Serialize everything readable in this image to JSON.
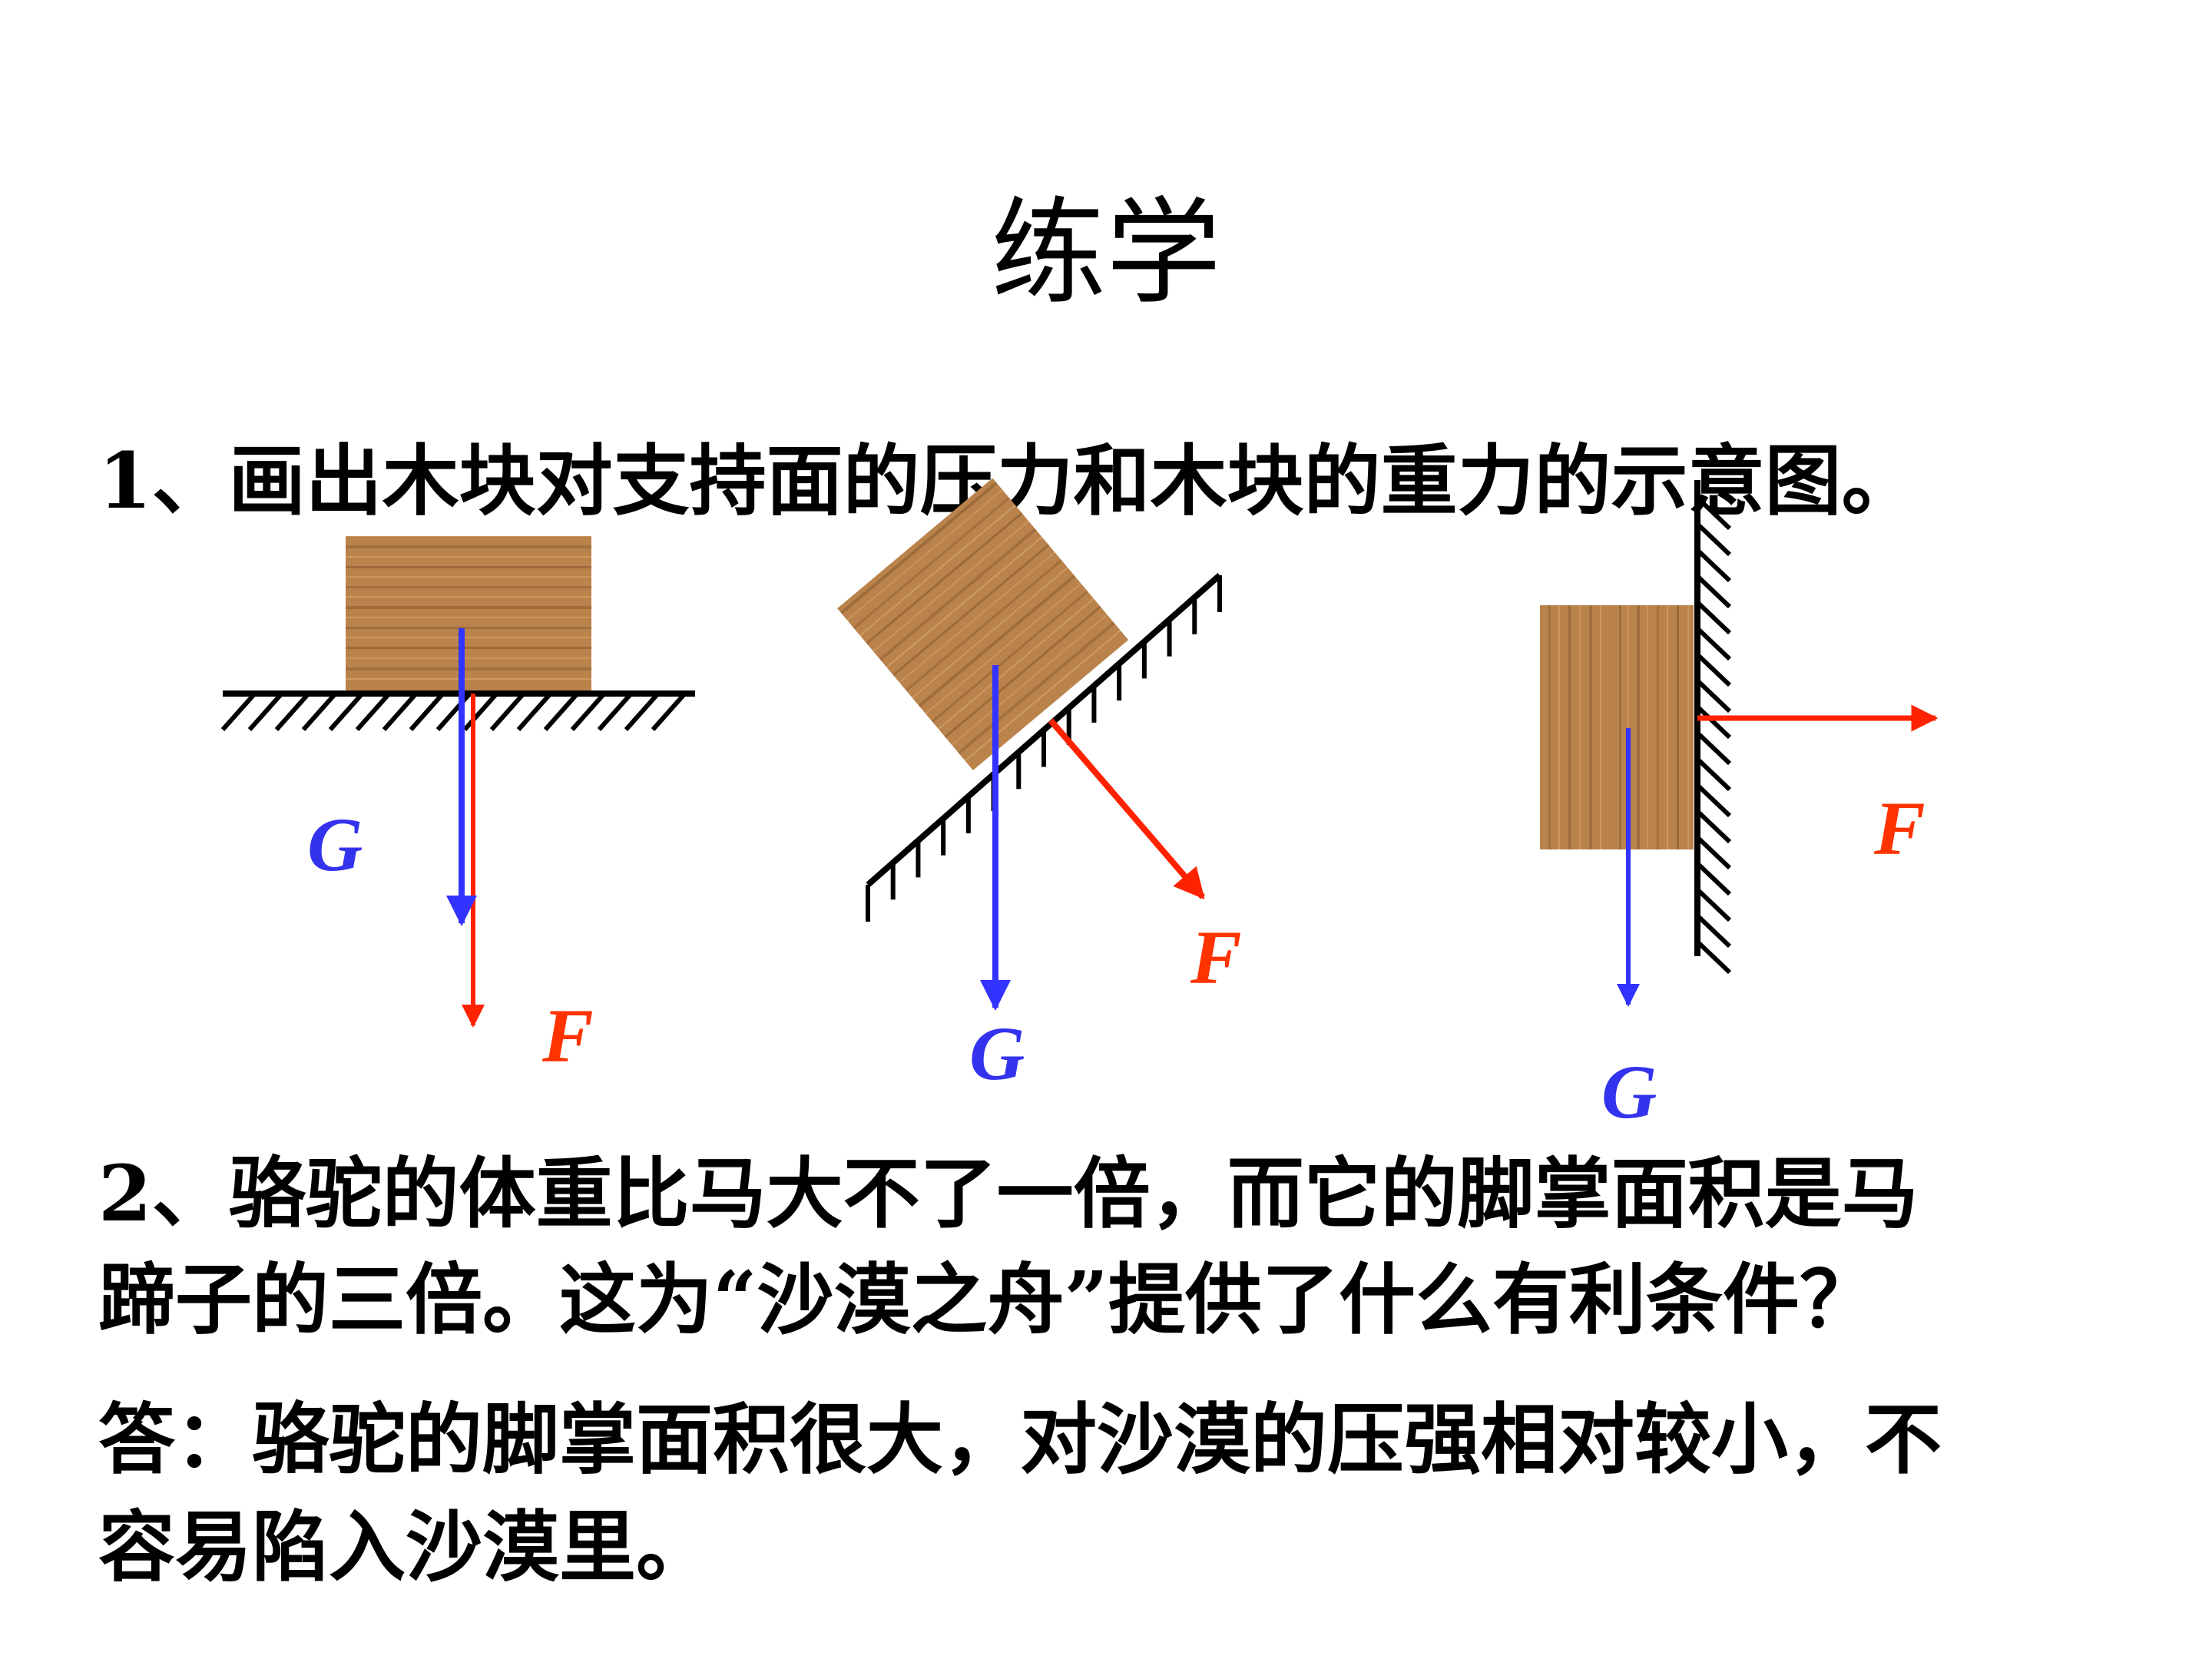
{
  "title": "练学",
  "question1": "1、画出木块对支持面的压力和木块的重力的示意图。",
  "question2": {
    "line1": "2、骆驼的体重比马大不了一倍，而它的脚掌面积是马",
    "line2": "蹄子的三倍。这为“沙漠之舟”提供了什么有利条件？"
  },
  "answer": {
    "line1": "答：骆驼的脚掌面积很大，对沙漠的压强相对较小，不",
    "line2": "容易陷入沙漠里。"
  },
  "diagrams": {
    "horizontal": {
      "gravity_label": "G",
      "pressure_label": "F"
    },
    "incline": {
      "gravity_label": "G",
      "pressure_label": "F"
    },
    "wall": {
      "gravity_label": "G",
      "pressure_label": "F"
    }
  },
  "colors": {
    "gravity": "#3333ff",
    "pressure": "#ff2200",
    "pressure_label": "#ff3300",
    "gravity_label": "#3333ee",
    "wood": "#b37c45"
  }
}
